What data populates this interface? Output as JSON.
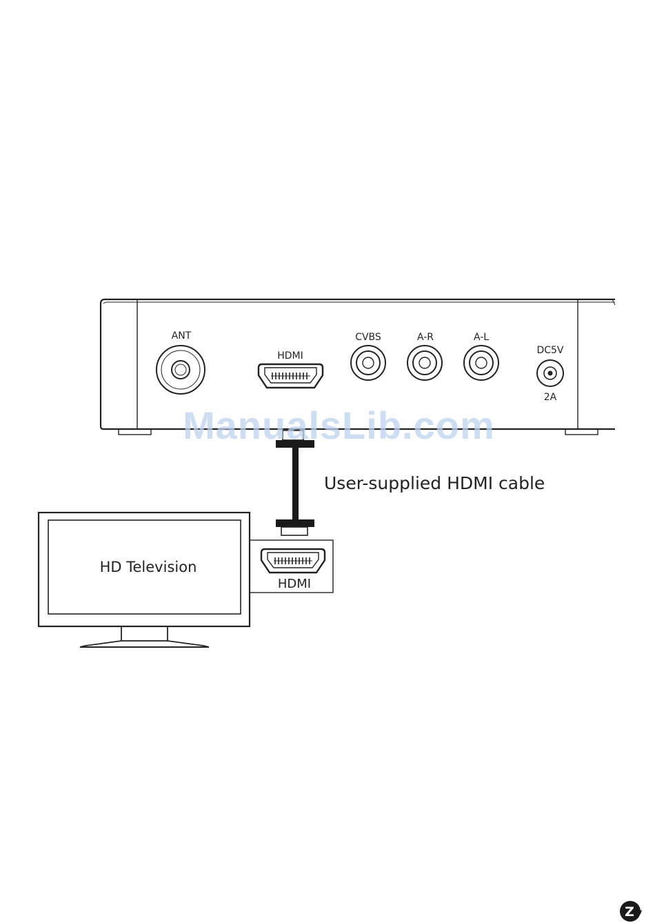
{
  "receiver": {
    "ports": {
      "ant": "ANT",
      "hdmi": "HDMI",
      "cvbs": "CVBS",
      "ar": "A-R",
      "al": "A-L",
      "dc": "DC5V",
      "dc_rating": "2A"
    }
  },
  "cable": {
    "label": "User-supplied HDMI cable"
  },
  "tv": {
    "label": "HD Television",
    "port_label": "HDMI"
  },
  "watermark": "ManualsLib.com",
  "logo": {
    "letter": "Z",
    "sub": "v"
  }
}
